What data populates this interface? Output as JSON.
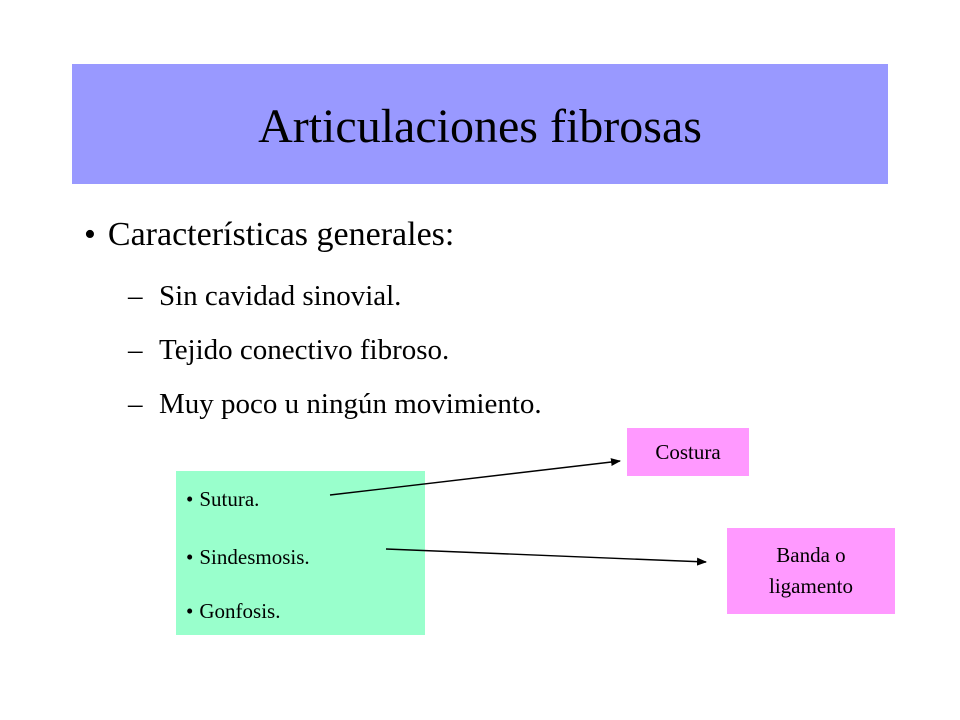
{
  "slide": {
    "title": "Articulaciones fibrosas",
    "heading_bullet": "•",
    "heading": "Características generales:",
    "sub_dash": "–",
    "characteristics": [
      "Sin cavidad sinovial.",
      "Tejido conectivo fibroso.",
      "Muy poco u ningún movimiento."
    ],
    "type_bullet": "•",
    "types": [
      "Sutura.",
      "Sindesmosis.",
      "Gonfosis."
    ],
    "meanings": {
      "costura": "Costura",
      "banda_line1": "Banda o",
      "banda_line2": "ligamento"
    }
  },
  "colors": {
    "title_background": "#9999ff",
    "types_background": "#99ffcc",
    "meaning_background": "#ff99ff"
  }
}
